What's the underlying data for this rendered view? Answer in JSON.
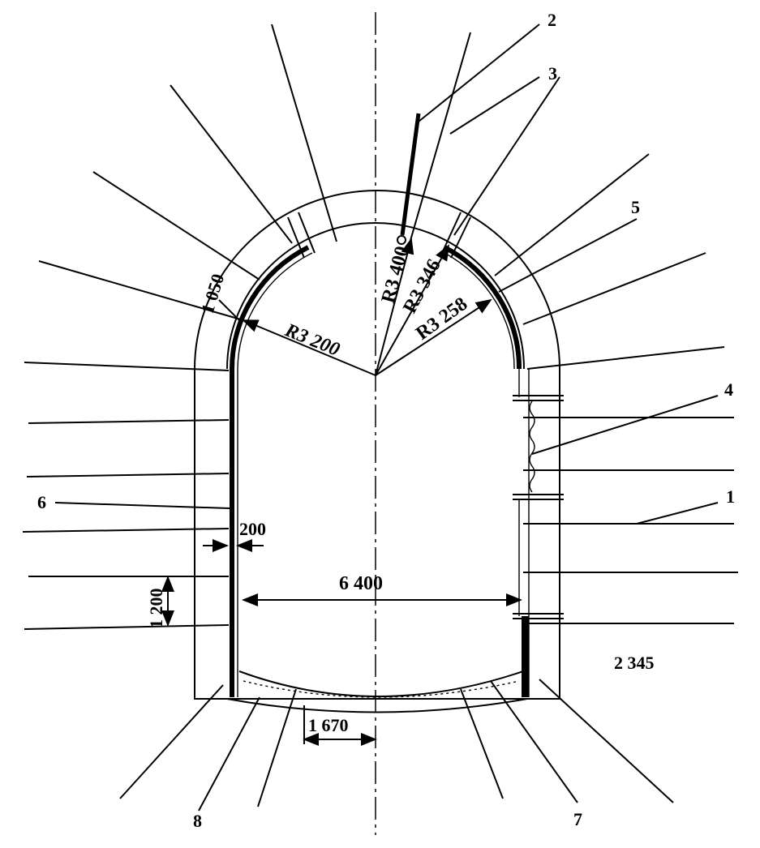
{
  "diagram": {
    "callouts": [
      "1",
      "2",
      "3",
      "4",
      "5",
      "6",
      "7",
      "8"
    ],
    "dimensions": {
      "lining_thickness": "1 050",
      "inner_radius": "R3 200",
      "radius_400": "R3 400",
      "radius_346": "R3 346",
      "radius_258": "R3 258",
      "wall_offset": "200",
      "span": "6 400",
      "bolt_spacing": "1 200",
      "invert_width": "1 670",
      "side_value": "2 345"
    }
  }
}
